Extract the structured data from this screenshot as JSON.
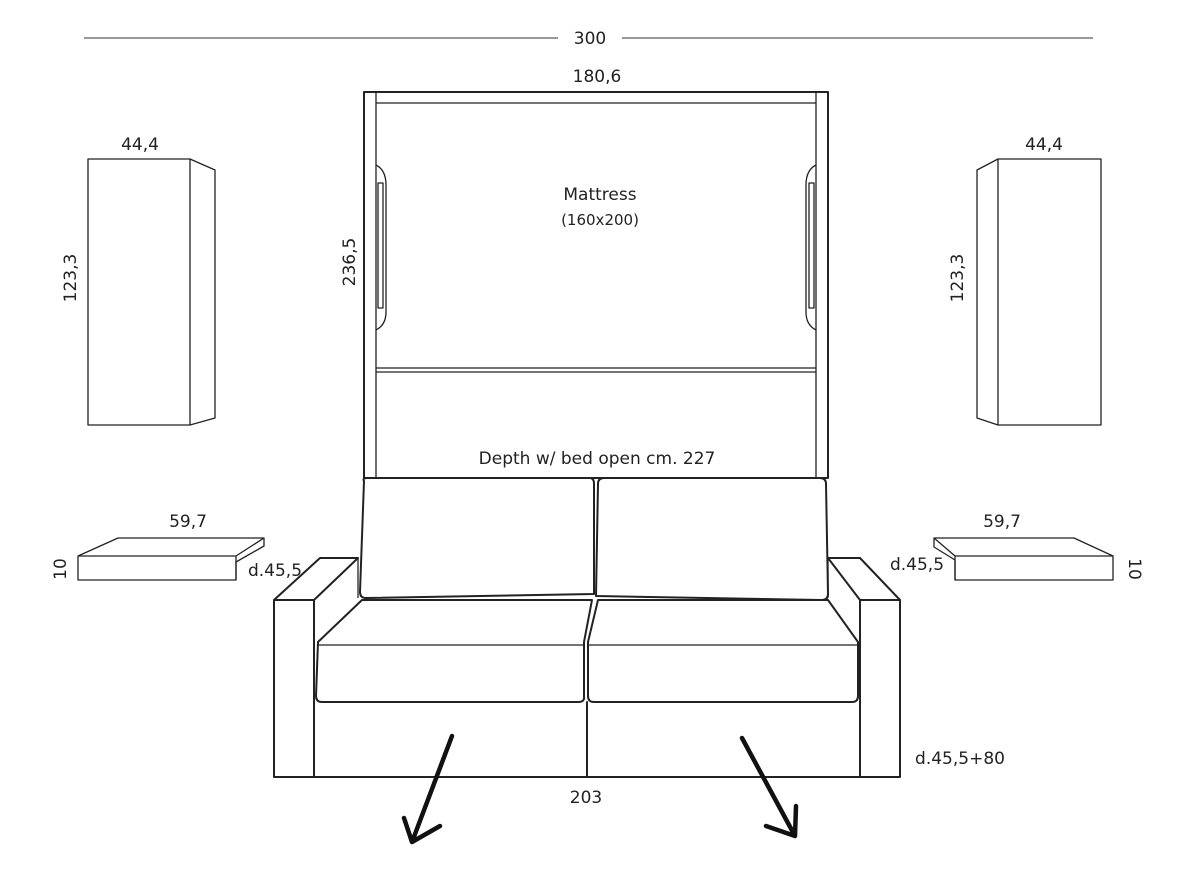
{
  "overall_width": "300",
  "bed": {
    "width": "180,6",
    "height": "236,5",
    "mattress_label": "Mattress",
    "mattress_size": "(160x200)",
    "depth_note": "Depth w/ bed open cm. 227"
  },
  "left_cabinet": {
    "width": "44,4",
    "height": "123,3"
  },
  "right_cabinet": {
    "width": "44,4",
    "height": "123,3"
  },
  "left_shelf": {
    "width": "59,7",
    "height": "10",
    "depth": "d.45,5"
  },
  "right_shelf": {
    "width": "59,7",
    "height": "10",
    "depth": "d.45,5"
  },
  "sofa": {
    "width": "203",
    "depth": "d.45,5+80"
  }
}
